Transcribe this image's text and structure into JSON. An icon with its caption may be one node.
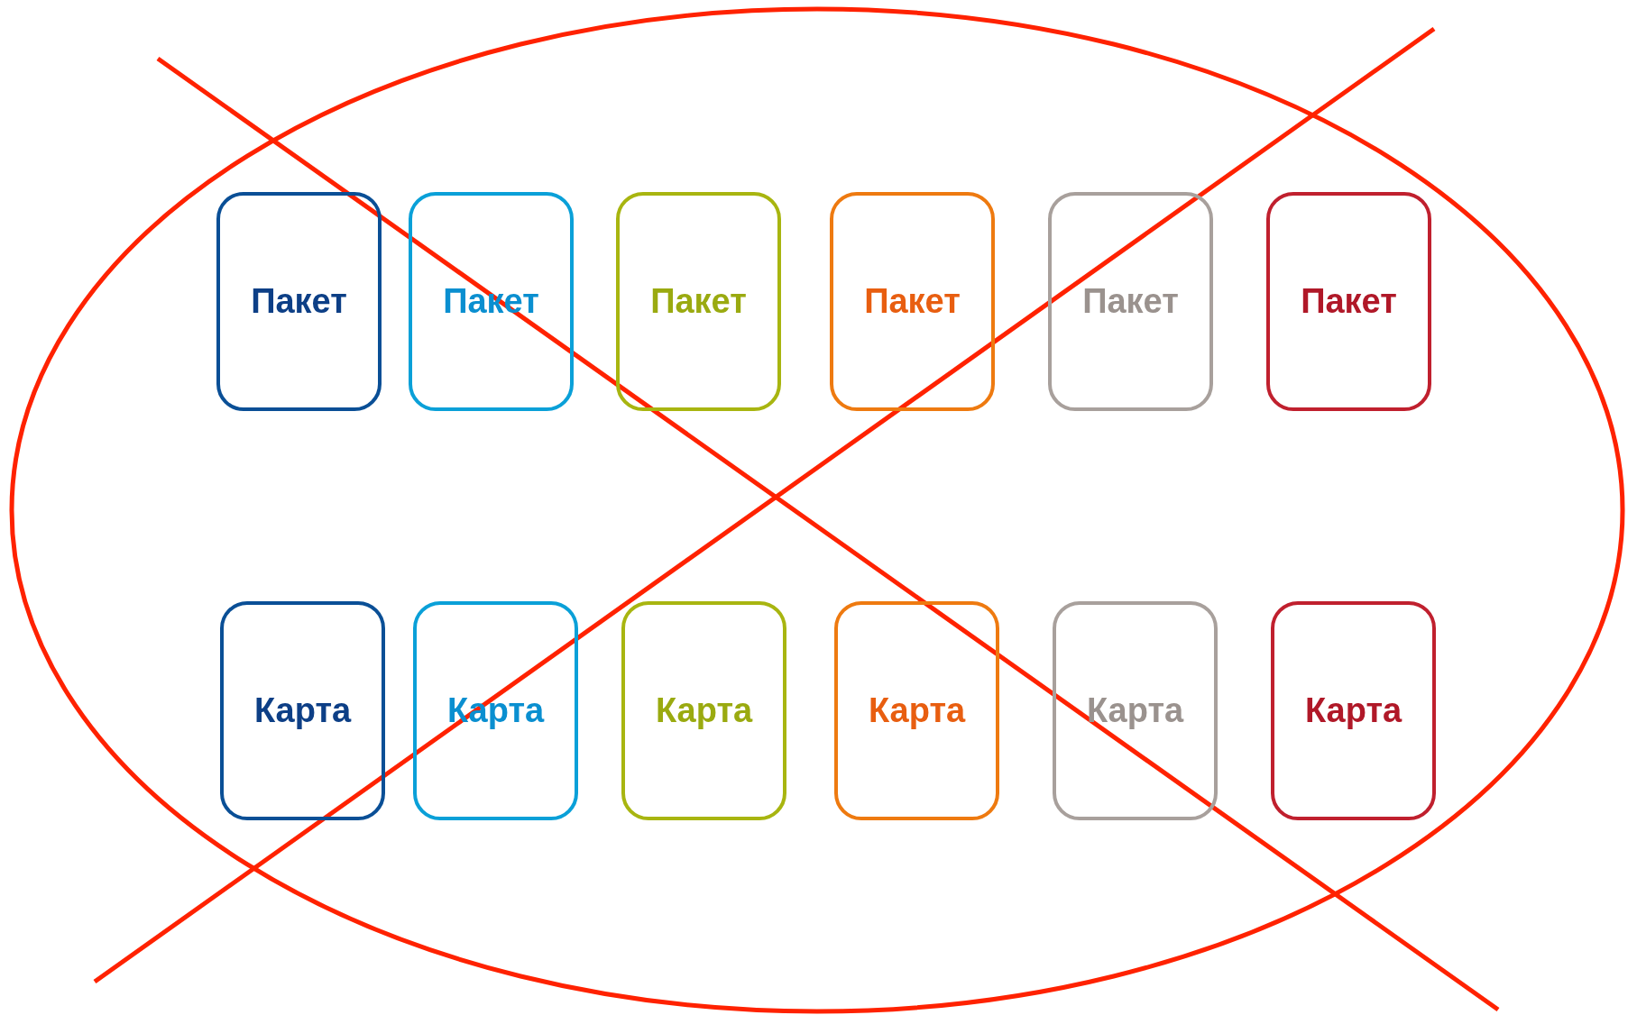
{
  "diagram": {
    "nodes": [
      {
        "text": [
          "Пакет"
        ]
      },
      {
        "text": [
          "Пакет"
        ]
      },
      {
        "text": [
          "Пакет"
        ]
      },
      {
        "text": [
          "Пакет"
        ]
      },
      {
        "text": [
          "Пакет"
        ]
      },
      {
        "text": [
          "Пакет"
        ]
      },
      {
        "text": [
          "Карта"
        ]
      },
      {
        "text": [
          "Карта"
        ]
      },
      {
        "text": [
          "Карта"
        ]
      },
      {
        "text": [
          "Карта"
        ]
      },
      {
        "text": [
          "Карта"
        ]
      },
      {
        "text": [
          "Карта"
        ]
      }
    ]
  }
}
